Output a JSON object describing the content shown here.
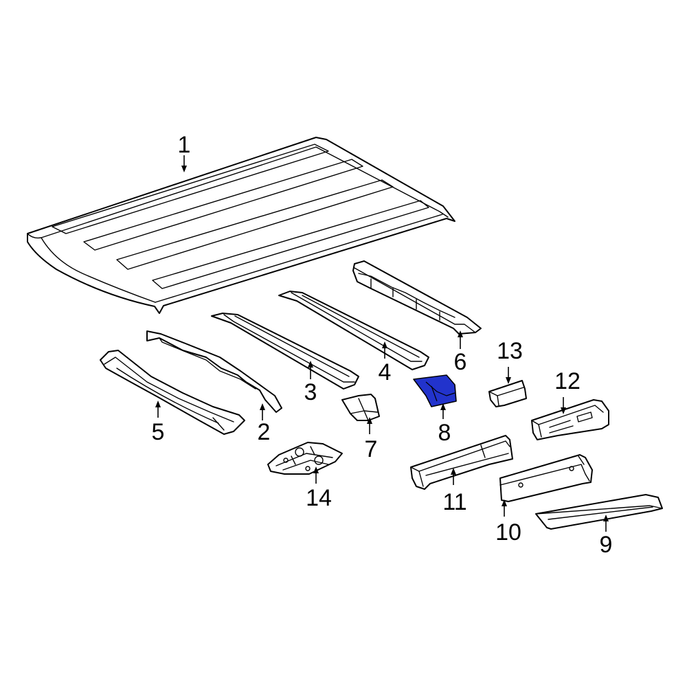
{
  "colors": {
    "line": "#000000",
    "background": "#ffffff",
    "highlight": "#2233cc"
  },
  "highlighted_callout": "8",
  "callouts": [
    {
      "label": "1"
    },
    {
      "label": "2"
    },
    {
      "label": "3"
    },
    {
      "label": "4"
    },
    {
      "label": "5"
    },
    {
      "label": "6"
    },
    {
      "label": "7"
    },
    {
      "label": "8"
    },
    {
      "label": "9"
    },
    {
      "label": "10"
    },
    {
      "label": "11"
    },
    {
      "label": "12"
    },
    {
      "label": "13"
    },
    {
      "label": "14"
    }
  ]
}
